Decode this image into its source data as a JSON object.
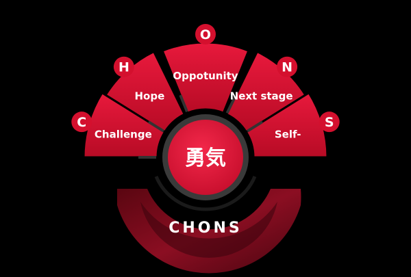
{
  "center": {
    "label": "勇気"
  },
  "base": {
    "label": "CHONS"
  },
  "segments": [
    {
      "letter": "C",
      "label": "Challenge"
    },
    {
      "letter": "H",
      "label": "Hope"
    },
    {
      "letter": "O",
      "label": "Oppotunity"
    },
    {
      "letter": "N",
      "label": "Next stage"
    },
    {
      "letter": "S",
      "label": "Self-"
    }
  ],
  "colors": {
    "background": "#000000",
    "segment": "#d4102e",
    "badge": "#d4102e",
    "center": "#e51236",
    "base_ring": "#6a0b18",
    "text": "#ffffff"
  }
}
